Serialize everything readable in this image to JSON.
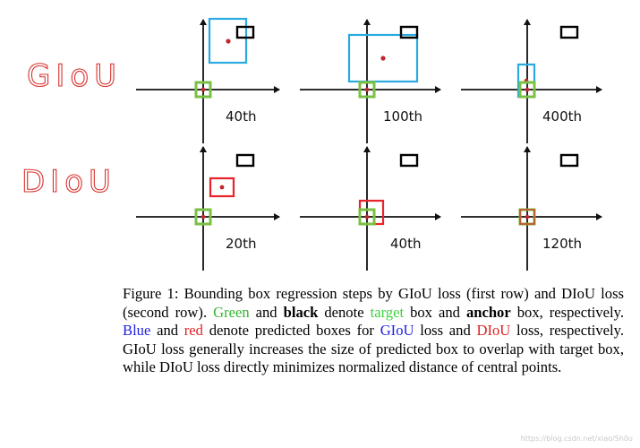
{
  "annotations": {
    "row1": "GIoU",
    "row2": "DIoU"
  },
  "panels": {
    "row1": [
      {
        "label": "40th"
      },
      {
        "label": "100th"
      },
      {
        "label": "400th"
      }
    ],
    "row2": [
      {
        "label": "20th"
      },
      {
        "label": "40th"
      },
      {
        "label": "120th"
      }
    ]
  },
  "colors": {
    "target": "#7ac143",
    "anchor": "#000000",
    "giou_pred": "#29abe2",
    "diou_pred": "#e8232a",
    "center": "#c1272d"
  },
  "caption": {
    "t1": "Figure 1: Bounding box regression steps by GIoU loss (first row) and DIoU loss (second row). ",
    "green": "Green",
    "t2": " and ",
    "black": "black",
    "t3": " denote ",
    "target": "target",
    "t4": " box and ",
    "anchor": "anchor",
    "t5": " box, respectively. ",
    "blue": "Blue",
    "t6": " and ",
    "red": "red",
    "t7": " denote predicted boxes for ",
    "giou": "GIoU",
    "t8": " loss and ",
    "diou": "DIoU",
    "t9": " loss, respectively. GIoU loss generally increases the size of predicted box to overlap with target box, while DIoU loss directly minimizes normalized distance of central points."
  },
  "watermark": "https://blog.csdn.net/xiao/Sh0u"
}
